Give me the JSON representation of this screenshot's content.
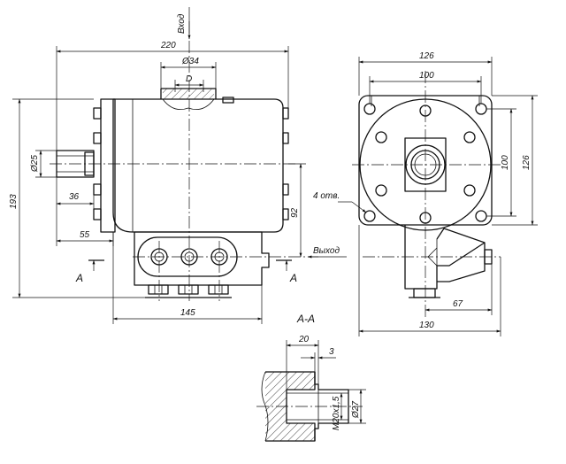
{
  "labels": {
    "inlet": "Вход",
    "outlet": "Выход",
    "section_mark_left": "А",
    "section_mark_right": "А",
    "section_title": "А-А",
    "holes_note": "4 отв."
  },
  "dimensions": {
    "overall_length": "220",
    "inlet_diameter": "Ø34",
    "inlet_d": "D",
    "shaft_diameter": "Ø25",
    "shaft_length": "36",
    "shaft_offset": "55",
    "height_total": "193",
    "center_height": "92",
    "base_length": "145",
    "flange_width": "126",
    "bolt_spacing_h": "100",
    "bolt_spacing_v": "100",
    "flange_height": "126",
    "outlet_offset": "67",
    "side_length": "130",
    "section_depth": "20",
    "section_chamfer": "3",
    "thread": "М20х1,5",
    "section_diameter": "Ø27"
  }
}
